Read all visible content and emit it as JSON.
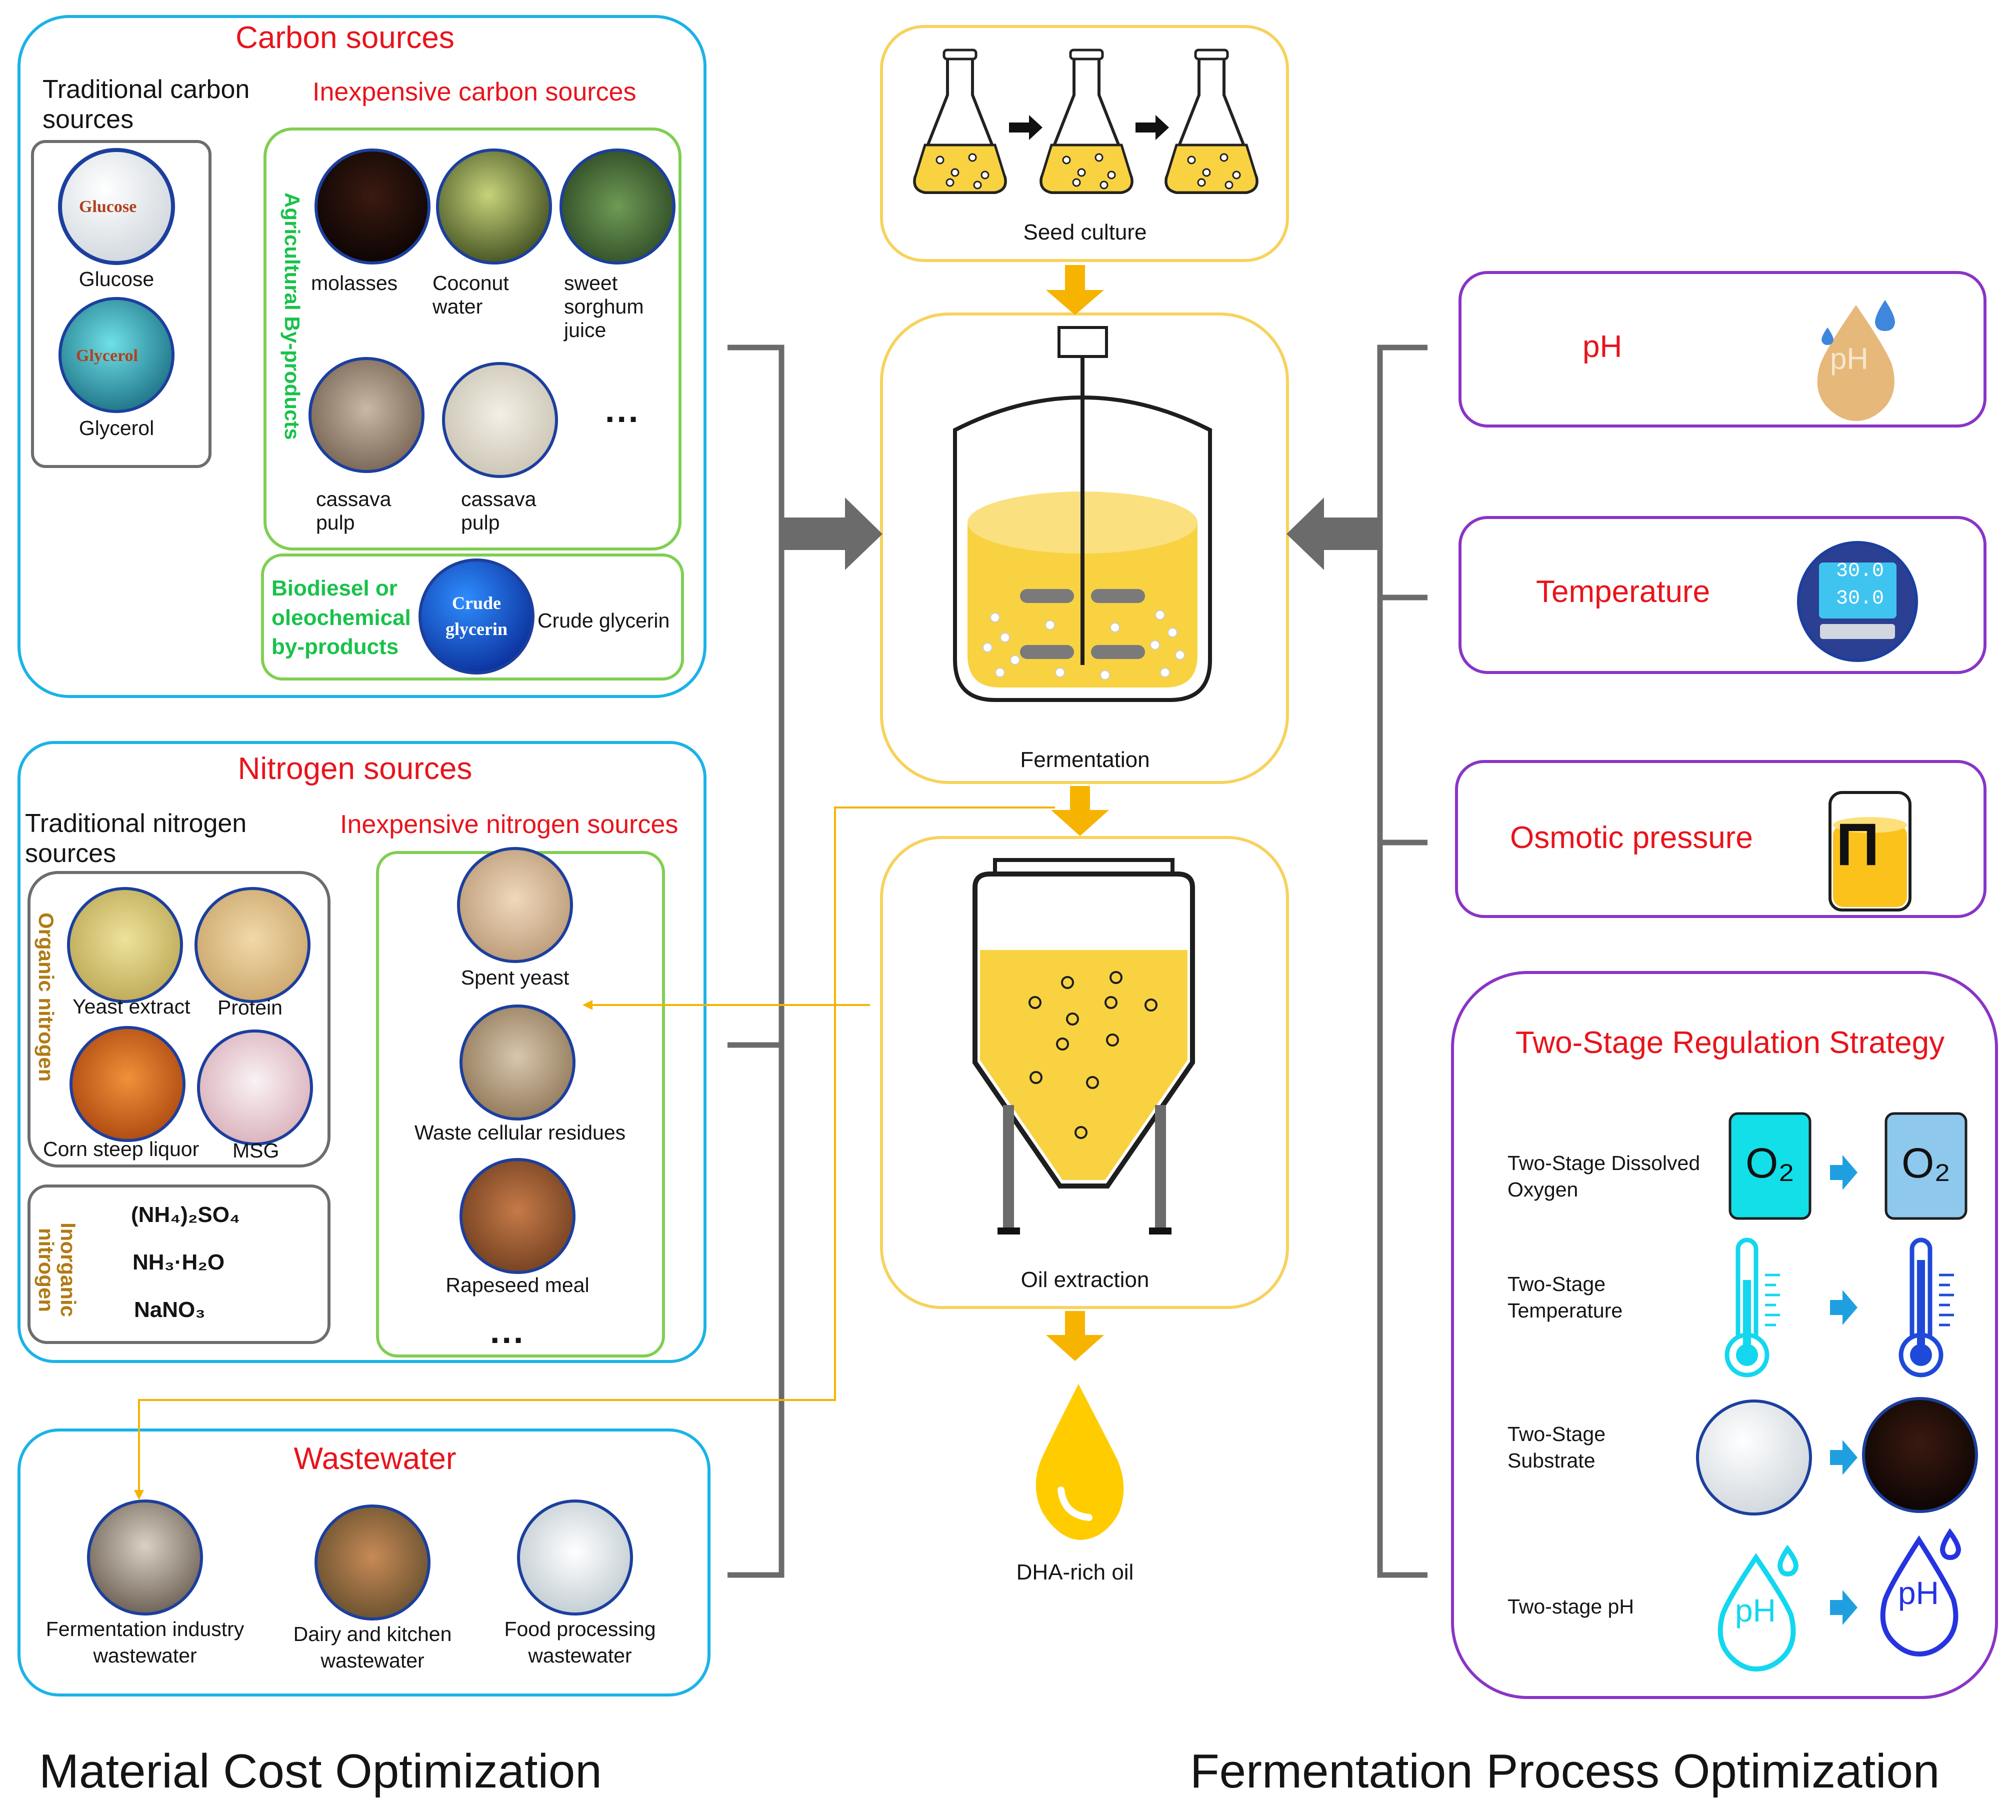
{
  "colors": {
    "blue_box": "#1ab3e8",
    "green_box": "#7fcf52",
    "gray_box": "#6d6d6d",
    "yellow_box": "#f7d25c",
    "purple_box": "#8a34c7",
    "accent_red": "#e8141c",
    "accent_green": "#18c24a",
    "arrow_orange": "#f6b300",
    "arrow_gray": "#6b6b6b"
  },
  "left": {
    "footer": "Material Cost Optimization",
    "carbon": {
      "title": "Carbon sources",
      "traditional_title": "Traditional carbon sources",
      "inexpensive_title": "Inexpensive carbon sources",
      "traditional": [
        {
          "label": "Glucose",
          "tag": "Glucose"
        },
        {
          "label": "Glycerol",
          "tag": "Glycerol"
        }
      ],
      "agri_label": "Agricultural By-products",
      "agri_items": [
        "molasses",
        "Coconut water",
        "sweet sorghum juice",
        "cassava pulp",
        "cassava pulp"
      ],
      "ellipsis": "...",
      "bio_label": "Biodiesel or oleochemical by-products",
      "crude_tag": "Crude glycerin",
      "crude_label": "Crude glycerin"
    },
    "nitrogen": {
      "title": "Nitrogen sources",
      "traditional_title": "Traditional nitrogen sources",
      "inexpensive_title": "Inexpensive nitrogen sources",
      "organic_label": "Organic nitrogen",
      "organic_items": [
        "Yeast extract",
        "Protein",
        "Corn steep liquor",
        "MSG"
      ],
      "inorganic_label": "Inorganic nitrogen",
      "inorganic_items": [
        "(NH₄)₂SO₄",
        "NH₃·H₂O",
        "NaNO₃"
      ],
      "cheap_items": [
        "Spent yeast",
        "Waste cellular residues",
        "Rapeseed meal"
      ],
      "ellipsis": "..."
    },
    "wastewater": {
      "title": "Wastewater",
      "items": [
        "Fermentation industry wastewater",
        "Dairy and kitchen wastewater",
        "Food processing wastewater"
      ]
    }
  },
  "center": {
    "seed": "Seed culture",
    "fermentation": "Fermentation",
    "oil": "Oil extraction",
    "dha": "DHA-rich oil"
  },
  "right": {
    "footer": "Fermentation Process Optimization",
    "factors": [
      {
        "label": "pH",
        "icon_text": "pH"
      },
      {
        "label": "Temperature",
        "icon_text": "30.0"
      },
      {
        "label": "Osmotic pressure",
        "icon_text": "Π"
      }
    ],
    "two_stage": {
      "title": "Two-Stage Regulation Strategy",
      "rows": [
        {
          "label": "Two-Stage Dissolved Oxygen",
          "icon": "O₂"
        },
        {
          "label": "Two-Stage Temperature"
        },
        {
          "label": "Two-Stage Substrate"
        },
        {
          "label": "Two-stage pH",
          "icon": "pH"
        }
      ]
    }
  }
}
